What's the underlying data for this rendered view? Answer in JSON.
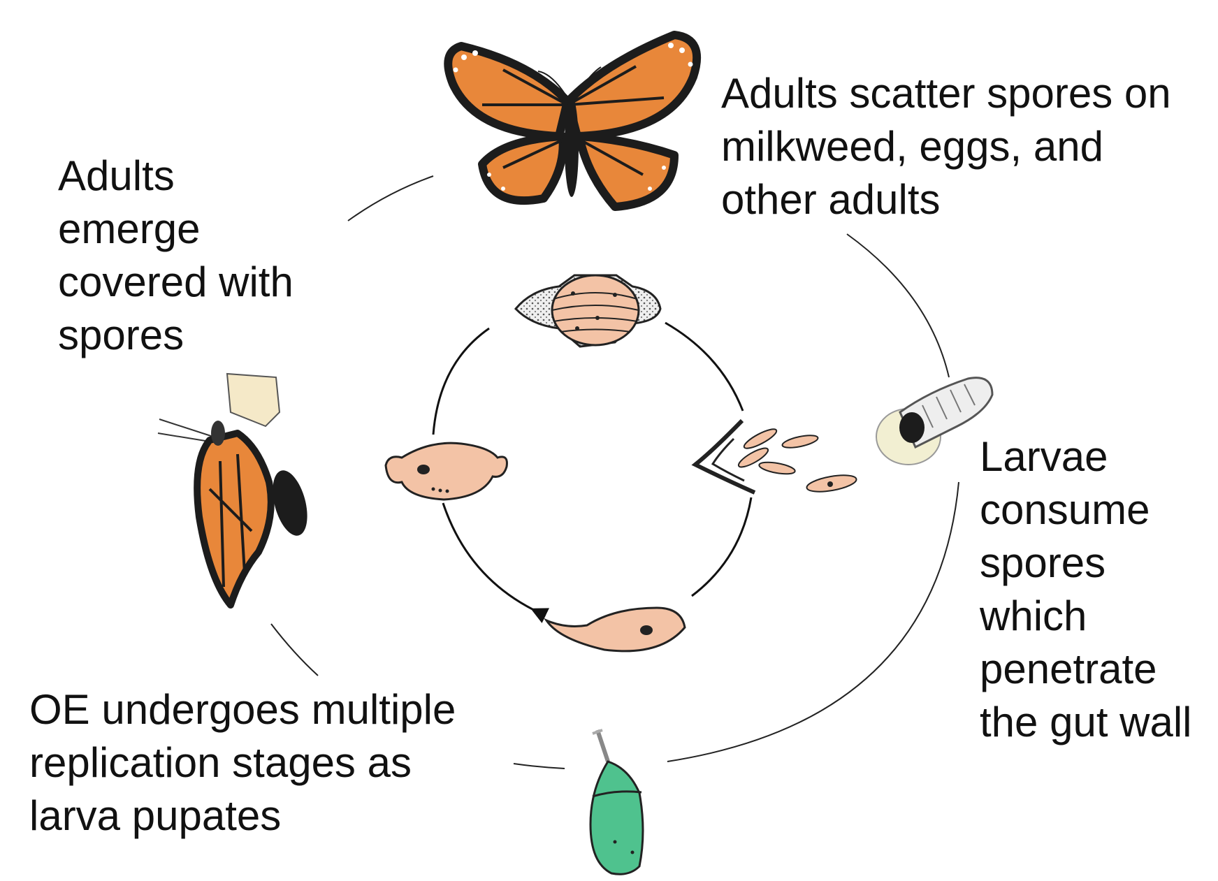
{
  "captions": {
    "adults_scatter": "Adults scatter spores on\nmilkweed, eggs, and\nother adults",
    "adults_emerge": "Adults\nemerge\ncovered with\nspores",
    "larvae_consume": "Larvae\nconsume\nspores\nwhich\npenetrate\nthe gut wall",
    "oe_replication": "OE undergoes multiple\nreplication stages as\nlarva pupates"
  },
  "colors": {
    "monarch_orange": "#e8873a",
    "wing_black": "#1c1c1c",
    "spore_fill": "#f3c3a6",
    "chrysalis_green": "#4fc28e",
    "larva_cream": "#f2efd2"
  }
}
